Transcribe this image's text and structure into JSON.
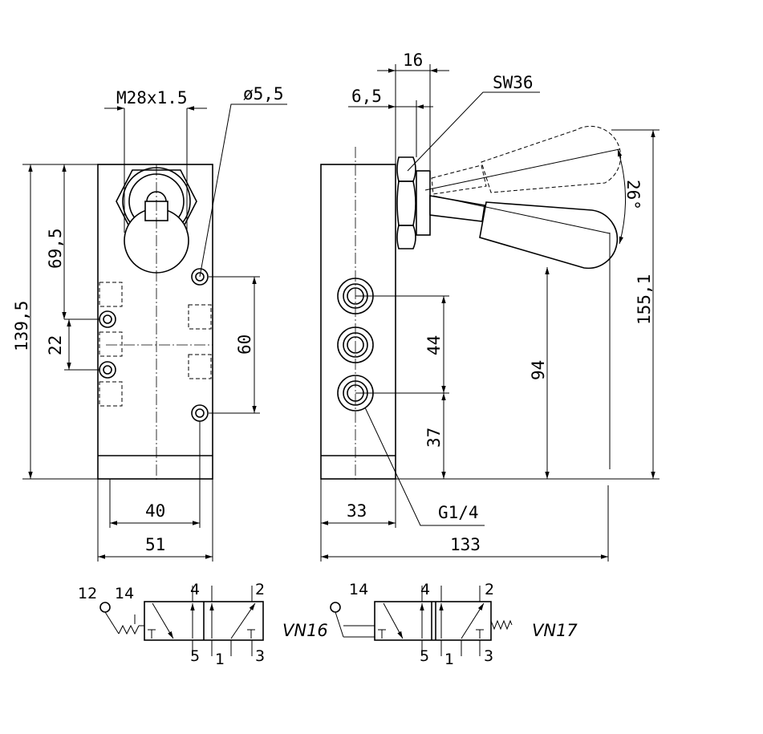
{
  "front_view": {
    "thread_label": "M28x1.5",
    "hole_label": "ø5,5",
    "dim_total_height": "139,5",
    "dim_lever_height": "69,5",
    "dim_port_spacing": "22",
    "dim_hole_spacing": "60",
    "dim_hole_pitch": "40",
    "dim_width": "51"
  },
  "side_view": {
    "wrench_label": "SW36",
    "dim_nut_width": "16",
    "dim_nut_offset": "6,5",
    "dim_angle": "26°",
    "dim_max_height": "155,1",
    "dim_lever_axis": "94",
    "dim_port_pitch": "44",
    "dim_port_base": "37",
    "port_label": "G1/4",
    "dim_depth": "33",
    "dim_overall_length": "133"
  },
  "symbol_vn16": {
    "name": "VN16",
    "ports": {
      "p12": "12",
      "p14": "14",
      "p4": "4",
      "p2": "2",
      "p5": "5",
      "p1": "1",
      "p3": "3"
    }
  },
  "symbol_vn17": {
    "name": "VN17",
    "ports": {
      "p14": "14",
      "p4": "4",
      "p2": "2",
      "p5": "5",
      "p1": "1",
      "p3": "3"
    }
  }
}
